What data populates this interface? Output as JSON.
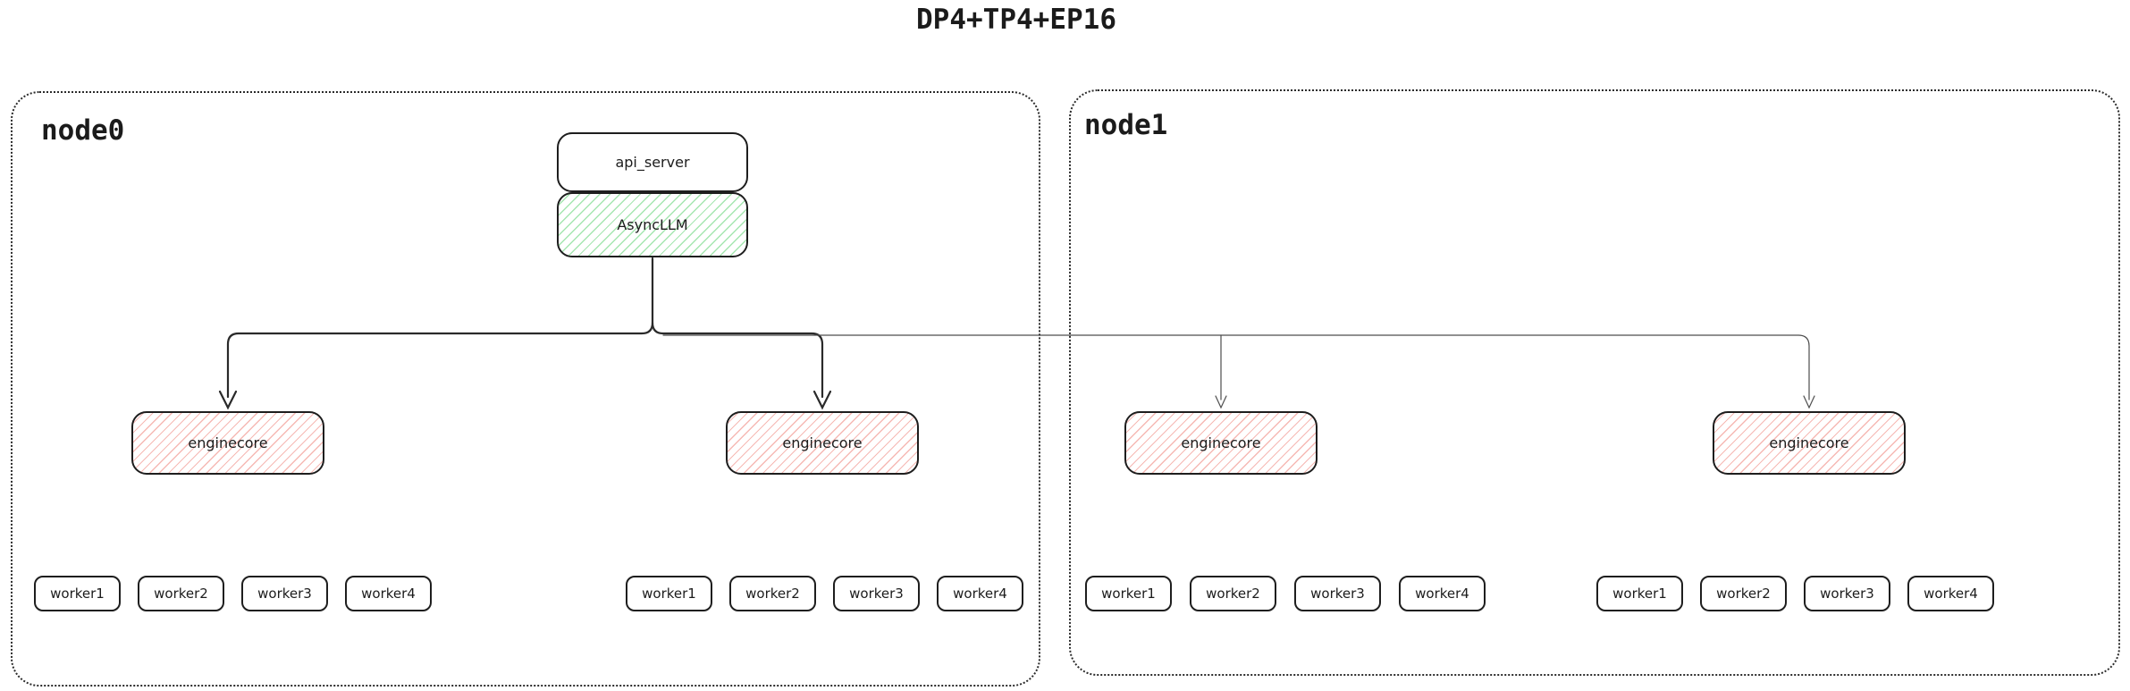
{
  "title": "DP4+TP4+EP16",
  "colors": {
    "green_hatch": "#a5e6b0",
    "red_hatch": "#f6b9b4",
    "edge_thick": "#2a2a2a",
    "edge_thin": "#4d4d4d",
    "box_border": "#1e1e1e",
    "node_border": "#2b2b2b"
  },
  "nodes": [
    {
      "label": "node0",
      "api_server_label": "api_server",
      "async_llm_label": "AsyncLLM",
      "engine_groups": [
        {
          "enginecore_label": "enginecore",
          "workers": [
            "worker1",
            "worker2",
            "worker3",
            "worker4"
          ]
        },
        {
          "enginecore_label": "enginecore",
          "workers": [
            "worker1",
            "worker2",
            "worker3",
            "worker4"
          ]
        }
      ]
    },
    {
      "label": "node1",
      "engine_groups": [
        {
          "enginecore_label": "enginecore",
          "workers": [
            "worker1",
            "worker2",
            "worker3",
            "worker4"
          ]
        },
        {
          "enginecore_label": "enginecore",
          "workers": [
            "worker1",
            "worker2",
            "worker3",
            "worker4"
          ]
        }
      ]
    }
  ]
}
